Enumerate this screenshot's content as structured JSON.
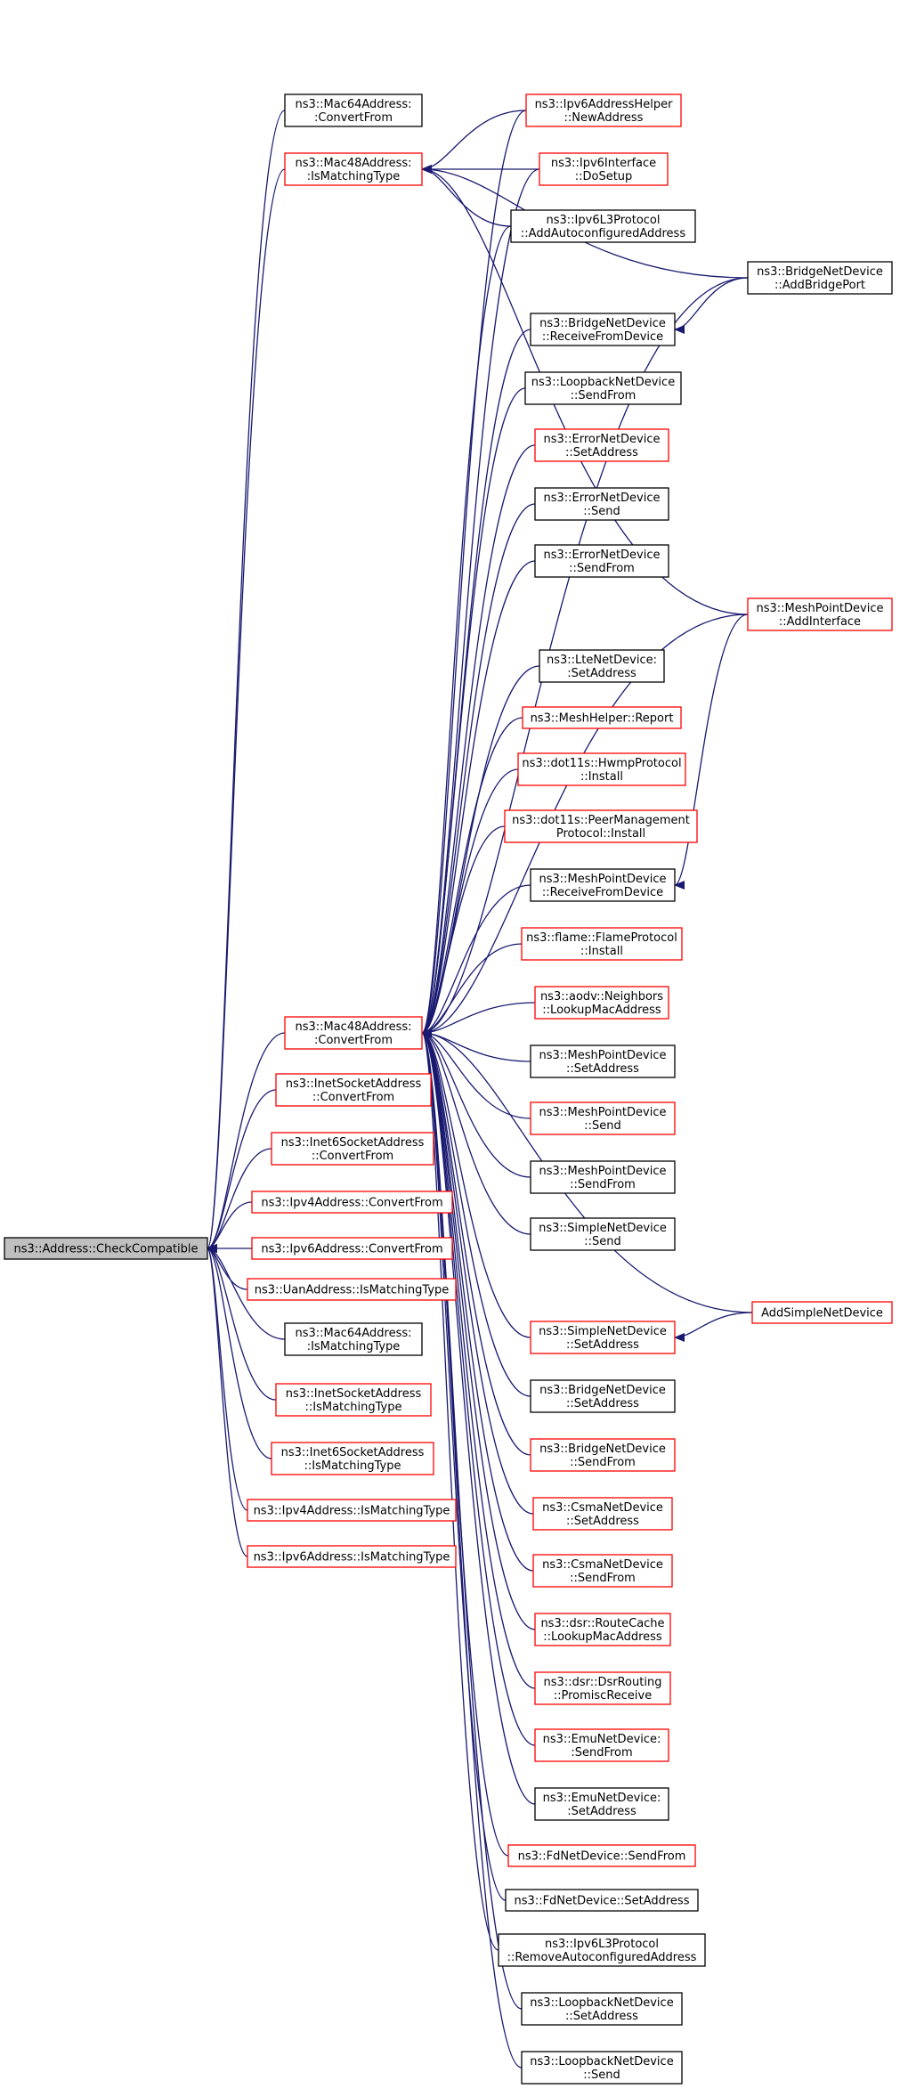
{
  "colors": {
    "edge": "#191970",
    "border_red": "#ff0000",
    "border_black": "#000000",
    "root_fill": "#bfbfbf",
    "node_fill": "#ffffff"
  },
  "nodes": [
    {
      "id": "root",
      "lines": [
        "ns3::Address::CheckCompatible"
      ],
      "style": "root"
    },
    {
      "id": "mac64_convertfrom",
      "lines": [
        "ns3::Mac64Address:",
        ":ConvertFrom"
      ],
      "style": "black"
    },
    {
      "id": "mac48_ismatchingtype",
      "lines": [
        "ns3::Mac48Address:",
        ":IsMatchingType"
      ],
      "style": "red"
    },
    {
      "id": "mac48_convertfrom",
      "lines": [
        "ns3::Mac48Address:",
        ":ConvertFrom"
      ],
      "style": "red"
    },
    {
      "id": "inetsocket_convertfrom",
      "lines": [
        "ns3::InetSocketAddress",
        "::ConvertFrom"
      ],
      "style": "red"
    },
    {
      "id": "inet6socket_convertfrom",
      "lines": [
        "ns3::Inet6SocketAddress",
        "::ConvertFrom"
      ],
      "style": "red"
    },
    {
      "id": "ipv4_convertfrom",
      "lines": [
        "ns3::Ipv4Address::ConvertFrom"
      ],
      "style": "red"
    },
    {
      "id": "ipv6_convertfrom",
      "lines": [
        "ns3::Ipv6Address::ConvertFrom"
      ],
      "style": "red"
    },
    {
      "id": "uan_ismatchingtype",
      "lines": [
        "ns3::UanAddress::IsMatchingType"
      ],
      "style": "red"
    },
    {
      "id": "mac64_ismatchingtype",
      "lines": [
        "ns3::Mac64Address:",
        ":IsMatchingType"
      ],
      "style": "black"
    },
    {
      "id": "inetsocket_ismatchingtype",
      "lines": [
        "ns3::InetSocketAddress",
        "::IsMatchingType"
      ],
      "style": "red"
    },
    {
      "id": "inet6socket_ismatchingtype",
      "lines": [
        "ns3::Inet6SocketAddress",
        "::IsMatchingType"
      ],
      "style": "red"
    },
    {
      "id": "ipv4_ismatchingtype",
      "lines": [
        "ns3::Ipv4Address::IsMatchingType"
      ],
      "style": "red"
    },
    {
      "id": "ipv6_ismatchingtype",
      "lines": [
        "ns3::Ipv6Address::IsMatchingType"
      ],
      "style": "red"
    },
    {
      "id": "ipv6addresshelper_newaddress",
      "lines": [
        "ns3::Ipv6AddressHelper",
        "::NewAddress"
      ],
      "style": "red"
    },
    {
      "id": "ipv6interface_dosetup",
      "lines": [
        "ns3::Ipv6Interface",
        "::DoSetup"
      ],
      "style": "red"
    },
    {
      "id": "ipv6l3_addautoconf",
      "lines": [
        "ns3::Ipv6L3Protocol",
        "::AddAutoconfiguredAddress"
      ],
      "style": "black"
    },
    {
      "id": "bridge_addbridgeport",
      "lines": [
        "ns3::BridgeNetDevice",
        "::AddBridgePort"
      ],
      "style": "black"
    },
    {
      "id": "bridge_receivefromdevice",
      "lines": [
        "ns3::BridgeNetDevice",
        "::ReceiveFromDevice"
      ],
      "style": "black"
    },
    {
      "id": "loopback_sendfrom",
      "lines": [
        "ns3::LoopbackNetDevice",
        "::SendFrom"
      ],
      "style": "black"
    },
    {
      "id": "error_setaddress",
      "lines": [
        "ns3::ErrorNetDevice",
        "::SetAddress"
      ],
      "style": "red"
    },
    {
      "id": "error_send",
      "lines": [
        "ns3::ErrorNetDevice",
        "::Send"
      ],
      "style": "black"
    },
    {
      "id": "error_sendfrom",
      "lines": [
        "ns3::ErrorNetDevice",
        "::SendFrom"
      ],
      "style": "black"
    },
    {
      "id": "meshpoint_addinterface",
      "lines": [
        "ns3::MeshPointDevice",
        "::AddInterface"
      ],
      "style": "red"
    },
    {
      "id": "lte_setaddress",
      "lines": [
        "ns3::LteNetDevice:",
        ":SetAddress"
      ],
      "style": "black"
    },
    {
      "id": "meshhelper_report",
      "lines": [
        "ns3::MeshHelper::Report"
      ],
      "style": "red"
    },
    {
      "id": "hwmp_install",
      "lines": [
        "ns3::dot11s::HwmpProtocol",
        "::Install"
      ],
      "style": "red"
    },
    {
      "id": "peermgmt_install",
      "lines": [
        "ns3::dot11s::PeerManagement",
        "Protocol::Install"
      ],
      "style": "red"
    },
    {
      "id": "meshpoint_receivefromdevice",
      "lines": [
        "ns3::MeshPointDevice",
        "::ReceiveFromDevice"
      ],
      "style": "black"
    },
    {
      "id": "flame_install",
      "lines": [
        "ns3::flame::FlameProtocol",
        "::Install"
      ],
      "style": "red"
    },
    {
      "id": "aodv_lookupmac",
      "lines": [
        "ns3::aodv::Neighbors",
        "::LookupMacAddress"
      ],
      "style": "red"
    },
    {
      "id": "meshpoint_setaddress",
      "lines": [
        "ns3::MeshPointDevice",
        "::SetAddress"
      ],
      "style": "black"
    },
    {
      "id": "meshpoint_send",
      "lines": [
        "ns3::MeshPointDevice",
        "::Send"
      ],
      "style": "red"
    },
    {
      "id": "meshpoint_sendfrom",
      "lines": [
        "ns3::MeshPointDevice",
        "::SendFrom"
      ],
      "style": "black"
    },
    {
      "id": "simple_send",
      "lines": [
        "ns3::SimpleNetDevice",
        "::Send"
      ],
      "style": "black"
    },
    {
      "id": "addsimplenetdevice",
      "lines": [
        "AddSimpleNetDevice"
      ],
      "style": "red"
    },
    {
      "id": "simple_setaddress",
      "lines": [
        "ns3::SimpleNetDevice",
        "::SetAddress"
      ],
      "style": "red"
    },
    {
      "id": "bridge_setaddress",
      "lines": [
        "ns3::BridgeNetDevice",
        "::SetAddress"
      ],
      "style": "black"
    },
    {
      "id": "bridge_sendfrom",
      "lines": [
        "ns3::BridgeNetDevice",
        "::SendFrom"
      ],
      "style": "red"
    },
    {
      "id": "csma_setaddress",
      "lines": [
        "ns3::CsmaNetDevice",
        "::SetAddress"
      ],
      "style": "red"
    },
    {
      "id": "csma_sendfrom",
      "lines": [
        "ns3::CsmaNetDevice",
        "::SendFrom"
      ],
      "style": "red"
    },
    {
      "id": "dsr_routecache_lookupmac",
      "lines": [
        "ns3::dsr::RouteCache",
        "::LookupMacAddress"
      ],
      "style": "red"
    },
    {
      "id": "dsr_promiscreceive",
      "lines": [
        "ns3::dsr::DsrRouting",
        "::PromiscReceive"
      ],
      "style": "red"
    },
    {
      "id": "emu_sendfrom",
      "lines": [
        "ns3::EmuNetDevice:",
        ":SendFrom"
      ],
      "style": "red"
    },
    {
      "id": "emu_setaddress",
      "lines": [
        "ns3::EmuNetDevice:",
        ":SetAddress"
      ],
      "style": "black"
    },
    {
      "id": "fd_sendfrom",
      "lines": [
        "ns3::FdNetDevice::SendFrom"
      ],
      "style": "red"
    },
    {
      "id": "fd_setaddress",
      "lines": [
        "ns3::FdNetDevice::SetAddress"
      ],
      "style": "black"
    },
    {
      "id": "ipv6l3_removeautoconf",
      "lines": [
        "ns3::Ipv6L3Protocol",
        "::RemoveAutoconfiguredAddress"
      ],
      "style": "black"
    },
    {
      "id": "loopback_setaddress",
      "lines": [
        "ns3::LoopbackNetDevice",
        "::SetAddress"
      ],
      "style": "black"
    },
    {
      "id": "loopback_send",
      "lines": [
        "ns3::LoopbackNetDevice",
        "::Send"
      ],
      "style": "black"
    }
  ],
  "edges": [
    {
      "from": "mac64_convertfrom",
      "to": "root"
    },
    {
      "from": "mac48_ismatchingtype",
      "to": "root"
    },
    {
      "from": "mac48_convertfrom",
      "to": "root"
    },
    {
      "from": "inetsocket_convertfrom",
      "to": "root"
    },
    {
      "from": "inet6socket_convertfrom",
      "to": "root"
    },
    {
      "from": "ipv4_convertfrom",
      "to": "root"
    },
    {
      "from": "ipv6_convertfrom",
      "to": "root"
    },
    {
      "from": "uan_ismatchingtype",
      "to": "root"
    },
    {
      "from": "mac64_ismatchingtype",
      "to": "root"
    },
    {
      "from": "inetsocket_ismatchingtype",
      "to": "root"
    },
    {
      "from": "inet6socket_ismatchingtype",
      "to": "root"
    },
    {
      "from": "ipv4_ismatchingtype",
      "to": "root"
    },
    {
      "from": "ipv6_ismatchingtype",
      "to": "root"
    },
    {
      "from": "ipv6addresshelper_newaddress",
      "to": "mac48_ismatchingtype"
    },
    {
      "from": "ipv6interface_dosetup",
      "to": "mac48_ismatchingtype"
    },
    {
      "from": "ipv6l3_addautoconf",
      "to": "mac48_ismatchingtype"
    },
    {
      "from": "bridge_addbridgeport",
      "to": "mac48_ismatchingtype"
    },
    {
      "from": "meshpoint_addinterface",
      "to": "mac48_ismatchingtype"
    },
    {
      "from": "bridge_addbridgeport",
      "to": "bridge_receivefromdevice"
    },
    {
      "from": "meshpoint_addinterface",
      "to": "meshpoint_receivefromdevice"
    },
    {
      "from": "addsimplenetdevice",
      "to": "simple_setaddress"
    },
    {
      "from": "ipv6addresshelper_newaddress",
      "to": "mac48_convertfrom"
    },
    {
      "from": "ipv6interface_dosetup",
      "to": "mac48_convertfrom"
    },
    {
      "from": "ipv6l3_addautoconf",
      "to": "mac48_convertfrom"
    },
    {
      "from": "bridge_addbridgeport",
      "to": "mac48_convertfrom"
    },
    {
      "from": "bridge_receivefromdevice",
      "to": "mac48_convertfrom"
    },
    {
      "from": "loopback_sendfrom",
      "to": "mac48_convertfrom"
    },
    {
      "from": "error_setaddress",
      "to": "mac48_convertfrom"
    },
    {
      "from": "error_send",
      "to": "mac48_convertfrom"
    },
    {
      "from": "error_sendfrom",
      "to": "mac48_convertfrom"
    },
    {
      "from": "meshpoint_addinterface",
      "to": "mac48_convertfrom"
    },
    {
      "from": "lte_setaddress",
      "to": "mac48_convertfrom"
    },
    {
      "from": "meshhelper_report",
      "to": "mac48_convertfrom"
    },
    {
      "from": "hwmp_install",
      "to": "mac48_convertfrom"
    },
    {
      "from": "peermgmt_install",
      "to": "mac48_convertfrom"
    },
    {
      "from": "meshpoint_receivefromdevice",
      "to": "mac48_convertfrom"
    },
    {
      "from": "flame_install",
      "to": "mac48_convertfrom"
    },
    {
      "from": "aodv_lookupmac",
      "to": "mac48_convertfrom"
    },
    {
      "from": "meshpoint_setaddress",
      "to": "mac48_convertfrom"
    },
    {
      "from": "meshpoint_send",
      "to": "mac48_convertfrom"
    },
    {
      "from": "meshpoint_sendfrom",
      "to": "mac48_convertfrom"
    },
    {
      "from": "simple_send",
      "to": "mac48_convertfrom"
    },
    {
      "from": "addsimplenetdevice",
      "to": "mac48_convertfrom"
    },
    {
      "from": "simple_setaddress",
      "to": "mac48_convertfrom"
    },
    {
      "from": "bridge_setaddress",
      "to": "mac48_convertfrom"
    },
    {
      "from": "bridge_sendfrom",
      "to": "mac48_convertfrom"
    },
    {
      "from": "csma_setaddress",
      "to": "mac48_convertfrom"
    },
    {
      "from": "csma_sendfrom",
      "to": "mac48_convertfrom"
    },
    {
      "from": "dsr_routecache_lookupmac",
      "to": "mac48_convertfrom"
    },
    {
      "from": "dsr_promiscreceive",
      "to": "mac48_convertfrom"
    },
    {
      "from": "emu_sendfrom",
      "to": "mac48_convertfrom"
    },
    {
      "from": "emu_setaddress",
      "to": "mac48_convertfrom"
    },
    {
      "from": "fd_sendfrom",
      "to": "mac48_convertfrom"
    },
    {
      "from": "fd_setaddress",
      "to": "mac48_convertfrom"
    },
    {
      "from": "ipv6l3_removeautoconf",
      "to": "mac48_convertfrom"
    },
    {
      "from": "loopback_setaddress",
      "to": "mac48_convertfrom"
    },
    {
      "from": "loopback_send",
      "to": "mac48_convertfrom"
    }
  ]
}
